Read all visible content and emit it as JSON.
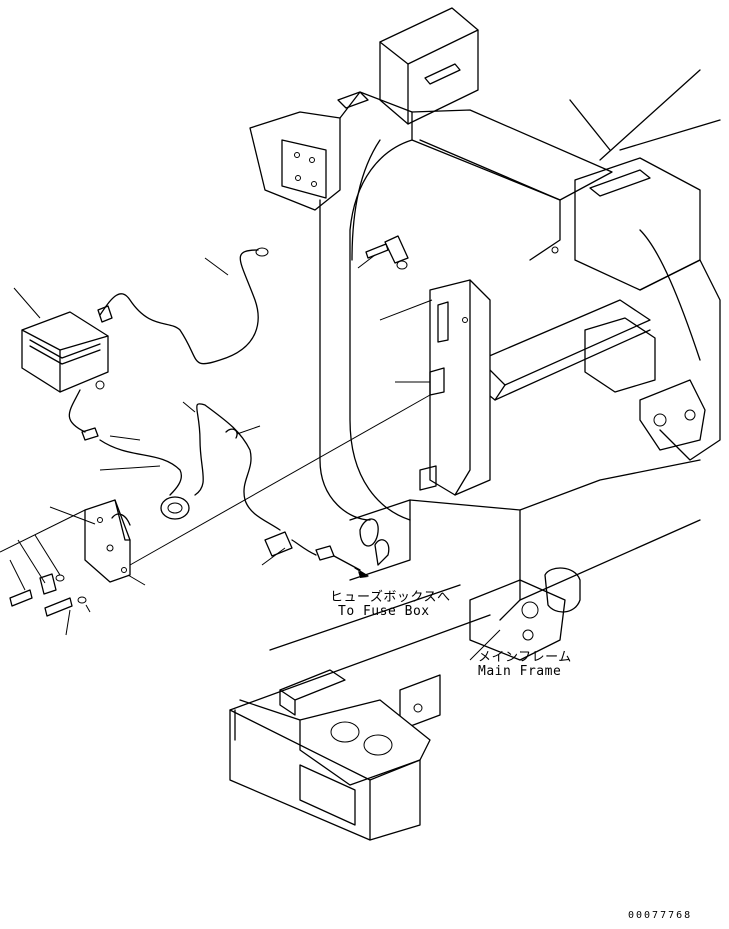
{
  "labels": {
    "fuse_box_jp": "ヒューズボックスへ",
    "fuse_box_en": "To Fuse Box",
    "main_frame_jp": "メインフレーム",
    "main_frame_en": "Main Frame"
  },
  "drawing_number": "00077768"
}
